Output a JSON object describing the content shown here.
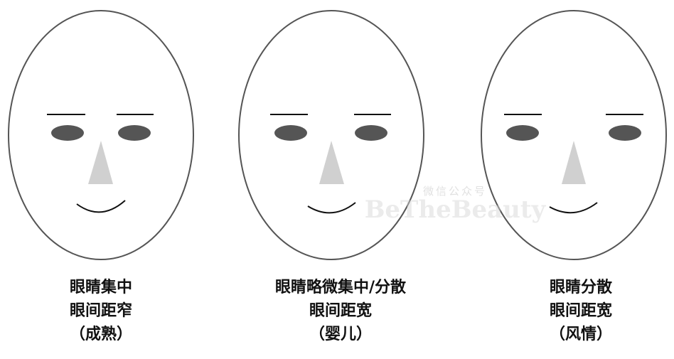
{
  "faces": [
    {
      "caption_line1": "眼睛集中",
      "caption_line2": "眼间距窄",
      "caption_line3": "（成熟）"
    },
    {
      "caption_line1": "眼睛略微集中/分散",
      "caption_line2": "眼间距宽",
      "caption_line3": "（婴儿）"
    },
    {
      "caption_line1": "眼睛分散",
      "caption_line2": "眼间距宽",
      "caption_line3": "（风情）"
    }
  ],
  "watermark": {
    "line1": "微信公众号",
    "line2": "BeTheBeauty"
  },
  "colors": {
    "outline": "#555555",
    "eye": "#555555",
    "brow": "#111111",
    "nose": "#d0d0d0",
    "mouth": "#111111",
    "text": "#111111"
  }
}
